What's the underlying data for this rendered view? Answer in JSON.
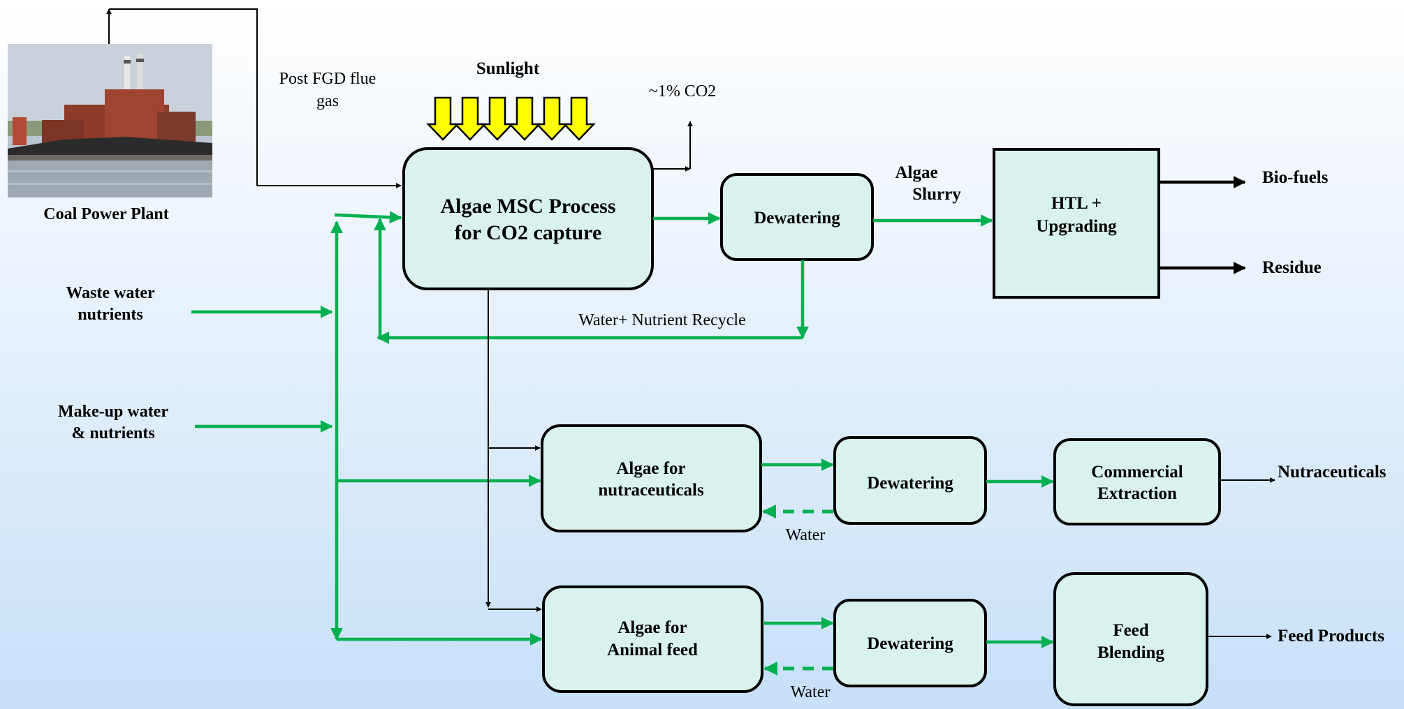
{
  "labels": {
    "coal_power_plant": "Coal Power Plant",
    "post_fgd_line1": "Post FGD  flue",
    "post_fgd_line2": "gas",
    "sunlight": "Sunlight",
    "co2_exhaust": "~1% CO2",
    "algae_slurry_line1": "Algae",
    "algae_slurry_line2": "Slurry",
    "biofuels": "Bio-fuels",
    "residue": "Residue",
    "waste_water_line1": "Waste water",
    "waste_water_line2": "nutrients",
    "makeup_water_line1": "Make-up water",
    "makeup_water_line2": "& nutrients",
    "water_nutrient_recycle": "Water+ Nutrient Recycle",
    "water_1": "Water",
    "water_2": "Water",
    "nutraceuticals": "Nutraceuticals",
    "feed_products": "Feed Products"
  },
  "boxes": {
    "msc_line1": "Algae MSC Process",
    "msc_line2": "for CO2 capture",
    "dewatering_top": "Dewatering",
    "htl_line1": "HTL  +",
    "htl_line2": "Upgrading",
    "nutra_line1": "Algae for",
    "nutra_line2": "nutraceuticals",
    "dewatering_mid": "Dewatering",
    "extraction_line1": "Commercial",
    "extraction_line2": "Extraction",
    "feed_line1": "Algae for",
    "feed_line2": "Animal  feed",
    "dewatering_bot": "Dewatering",
    "blending_line1": "Feed",
    "blending_line2": "Blending"
  },
  "colors": {
    "flow_green": "#00b050",
    "box_fill": "#d9f2ee",
    "sun_arrow": "#ffff00"
  }
}
